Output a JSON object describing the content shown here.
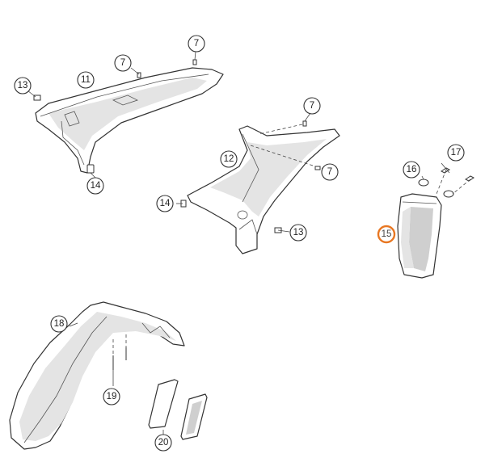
{
  "diagram": {
    "callouts": {
      "c7a": "7",
      "c7b": "7",
      "c7c": "7",
      "c7d": "7",
      "c11": "11",
      "c12": "12",
      "c13a": "13",
      "c13b": "13",
      "c14a": "14",
      "c14b": "14",
      "c15": "15",
      "c16": "16",
      "c17": "17",
      "c18": "18",
      "c19": "19",
      "c20": "20"
    },
    "highlighted": "15",
    "highlight_color": "#e87722"
  }
}
